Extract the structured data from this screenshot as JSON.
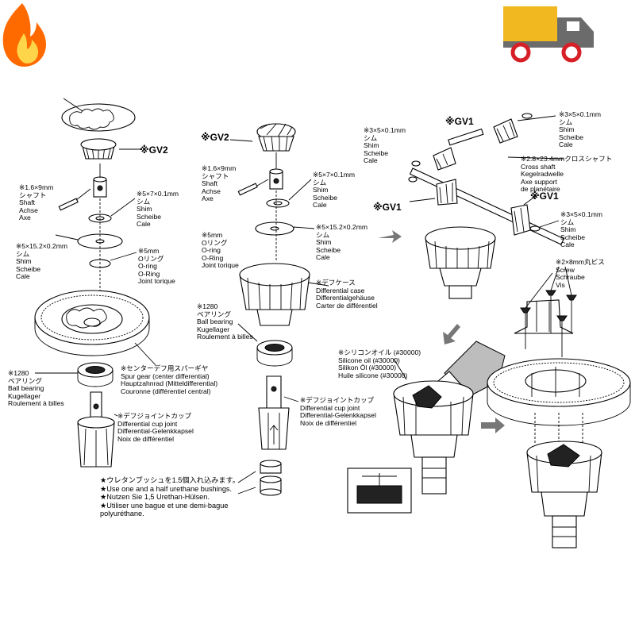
{
  "brand": {
    "fire_color": "#ff6a00",
    "truck_color": "#f2b81f",
    "truck_cab_color": "#6b6b6b",
    "wheel_color": "#d61f26"
  },
  "labels": {
    "shaft_left": [
      "※1.6×9mm",
      "シャフト",
      "Shaft",
      "Achse",
      "Axe"
    ],
    "shim_left_a": [
      "※5×7×0.1mm",
      "シム",
      "Shim",
      "Scheibe",
      "Cale"
    ],
    "shim_left_b": [
      "※5×15.2×0.2mm",
      "シム",
      "Shim",
      "Scheibe",
      "Cale"
    ],
    "oring_left": [
      "※5mm",
      "Oリング",
      "O-ring",
      "O-Ring",
      "Joint torique"
    ],
    "bearing_left": [
      "※1280",
      "ベアリング",
      "Ball bearing",
      "Kugellager",
      "Roulement à billes"
    ],
    "spur_gear": [
      "※センターデフ用スパーギヤ",
      "Spur gear (center differential)",
      "Hauptzahnrad (Mitteldifferential)",
      "Couronne (différentiel central)"
    ],
    "cup_left": [
      "※デフジョイントカップ",
      "Differential cup joint",
      "Differential-Gelenkkapsel",
      "Noix de différentiel"
    ],
    "shaft_mid": [
      "※1.6×9mm",
      "シャフト",
      "Shaft",
      "Achse",
      "Axe"
    ],
    "shim_mid_a": [
      "※5×7×0.1mm",
      "シム",
      "Shim",
      "Scheibe",
      "Cale"
    ],
    "shim_mid_b": [
      "※5×15.2×0.2mm",
      "シム",
      "Shim",
      "Scheibe",
      "Cale"
    ],
    "oring_mid": [
      "※5mm",
      "Oリング",
      "O-ring",
      "O-Ring",
      "Joint torique"
    ],
    "case_mid": [
      "※デフケース",
      "Differential case",
      "Differentialgehäuse",
      "Carter de différentiel"
    ],
    "bearing_mid": [
      "※1280",
      "ベアリング",
      "Ball bearing",
      "Kugellager",
      "Roulement à billes"
    ],
    "cup_mid": [
      "※デフジョイントカップ",
      "Differential cup joint",
      "Differential-Gelenkkapsel",
      "Noix de différentiel"
    ],
    "shim_r1": [
      "※3×5×0.1mm",
      "シム",
      "Shim",
      "Scheibe",
      "Cale"
    ],
    "shim_r2": [
      "※3×5×0.1mm",
      "シム",
      "Shim",
      "Scheibe",
      "Cale"
    ],
    "shim_r3": [
      "※3×5×0.1mm",
      "シム",
      "Shim",
      "Scheibe",
      "Cale"
    ],
    "cross_shaft": [
      "※2.8×23.4mmクロスシャフト",
      "Cross shaft",
      "Kegelradwelle",
      "Axe support",
      "de planétaire"
    ],
    "silicone": [
      "※シリコンオイル (#30000)",
      "Silicone oil (#30000)",
      "Silikon Öl (#30000)",
      "Huile silicone (#30000)"
    ],
    "screw": [
      "※2×8mm丸ビス",
      "Screw",
      "Schraube",
      "Vis"
    ]
  },
  "codes": {
    "gv2_left": "※GV2",
    "gv2_mid": "※GV2",
    "gv1_top": "※GV1",
    "gv1_left": "※GV1",
    "gv1_right": "※GV1"
  },
  "bushing_note": [
    "★ウレタンブッシュを1.5個入れ込みます。",
    "★Use one and a half urethane bushings.",
    "★Nutzen Sie 1,5 Urethan-Hülsen.",
    "★Utiliser une bague et une demi-bague",
    "polyuréthane."
  ]
}
